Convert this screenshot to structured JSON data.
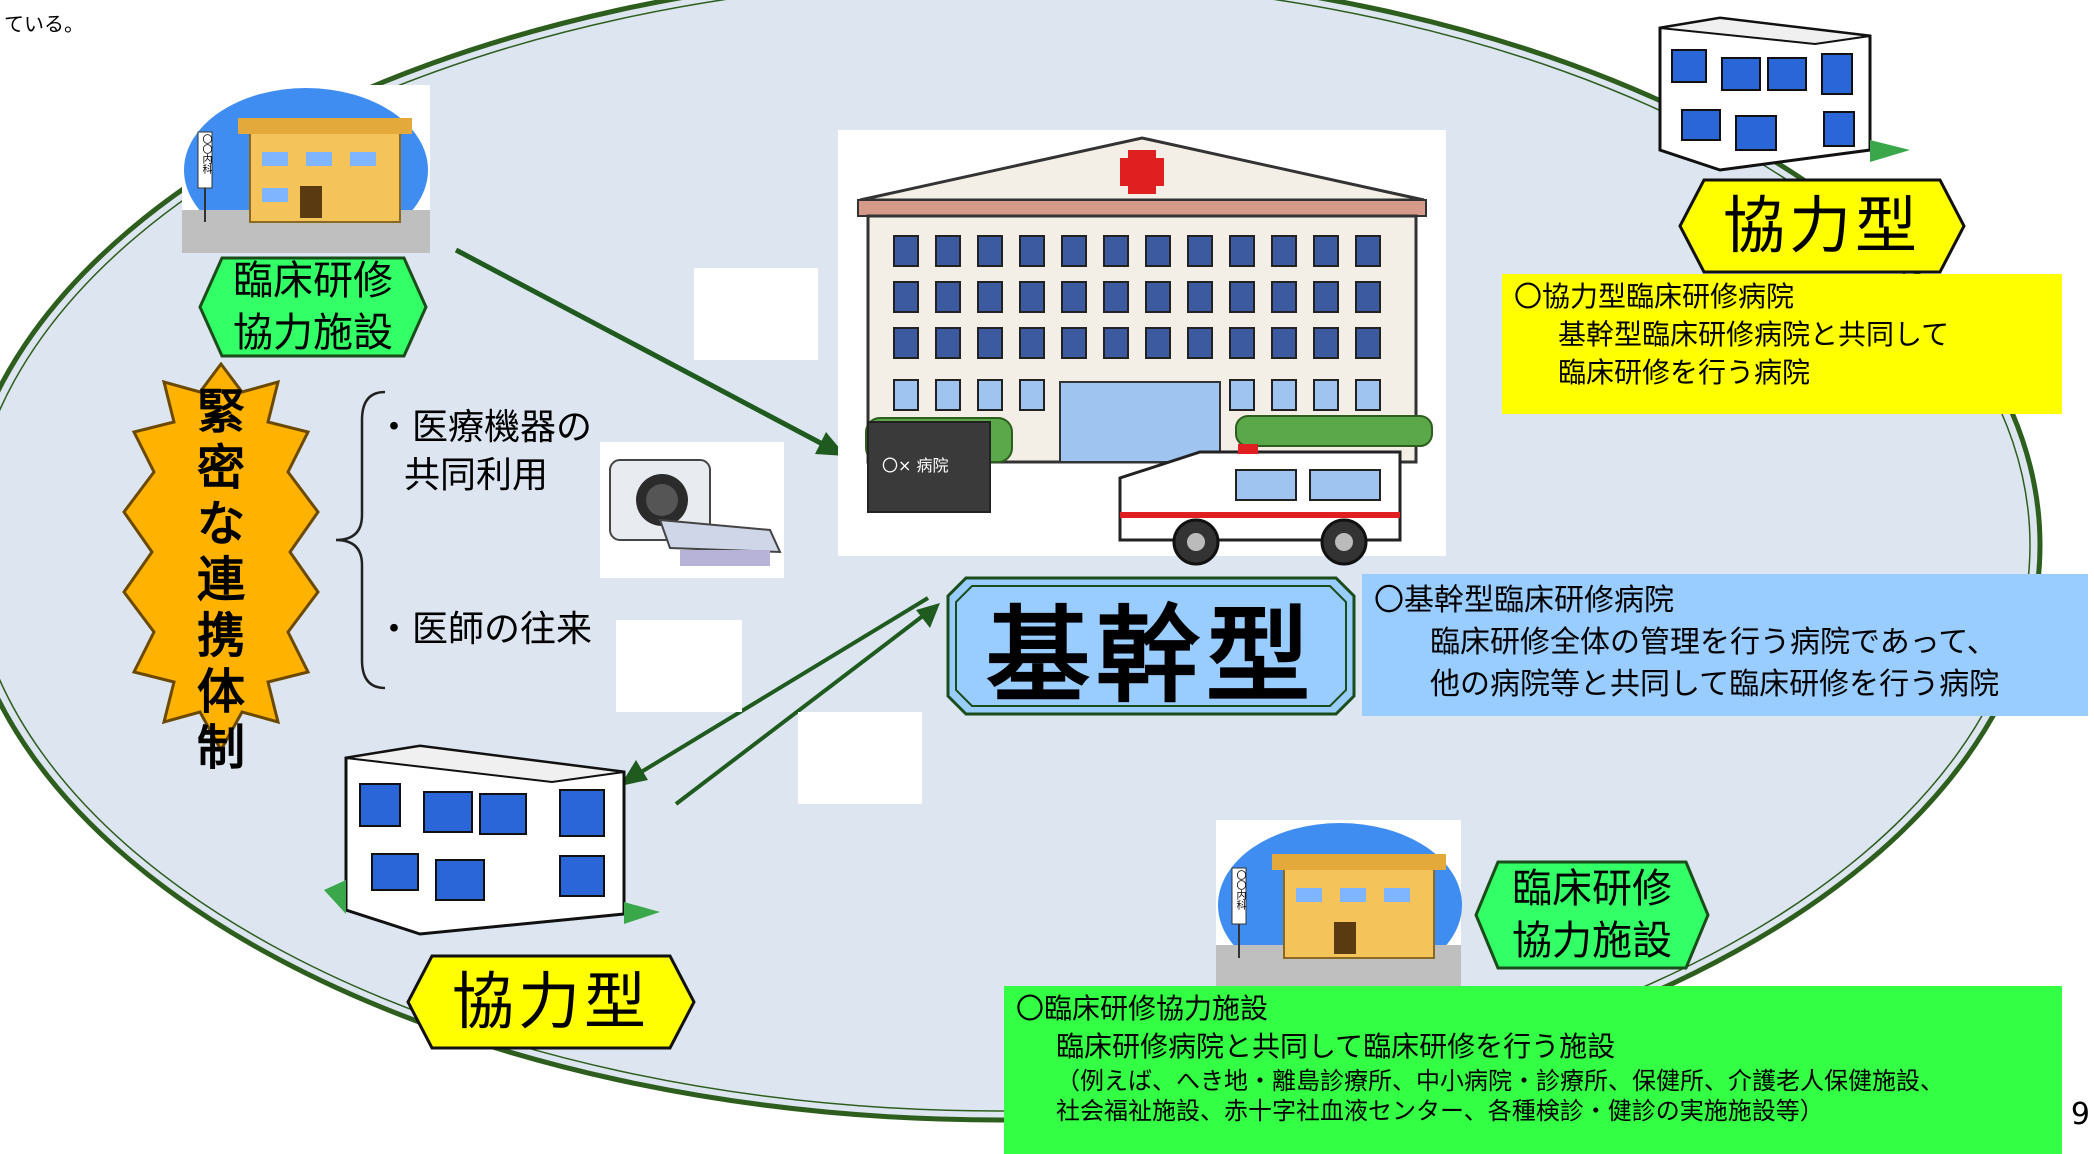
{
  "top_note": "ている。",
  "page_number": "9",
  "labels": {
    "clinic_top": [
      "臨床研修",
      "協力施設"
    ],
    "clinic_bottom": [
      "臨床研修",
      "協力施設"
    ],
    "kyoryoku_top": "協力型",
    "kyoryoku_bottom": "協力型",
    "kikan": "基幹型",
    "renkei": [
      "緊",
      "密",
      "な",
      "連",
      "携",
      "体",
      "制"
    ],
    "bullet1": [
      "・医療機器の",
      "共同利用"
    ],
    "bullet2": "・医師の往来",
    "hospital_sign": "〇× 病院",
    "clinic_sign": "〇〇内科"
  },
  "boxes": {
    "kyoryoku": {
      "title": "〇協力型臨床研修病院",
      "lines": [
        "基幹型臨床研修病院と共同して",
        "臨床研修を行う病院"
      ],
      "color": "#ffff00"
    },
    "kikan": {
      "title": "〇基幹型臨床研修病院",
      "lines": [
        "臨床研修全体の管理を行う病院であって、",
        "他の病院等と共同して臨床研修を行う病院"
      ],
      "color": "#99ccff"
    },
    "clinic": {
      "title": "〇臨床研修協力施設",
      "lines": [
        "臨床研修病院と共同して臨床研修を行う施設"
      ],
      "notes": [
        "（例えば、へき地・離島診療所、中小病院・診療所、保健所、介護老人保健施設、",
        "社会福祉施設、赤十字社血液センター、各種検診・健診の実施施設等）"
      ],
      "color": "#33ff44"
    }
  },
  "colors": {
    "ellipse_fill": "#dde5f0",
    "ellipse_stroke": "#2e5e1e",
    "arrow": "#1f5a1f",
    "kyoryoku_label": "#ffff00",
    "clinic_label": "#33ff66",
    "renkei_label": "#ffb300",
    "kikan_label": "#99ccff"
  }
}
